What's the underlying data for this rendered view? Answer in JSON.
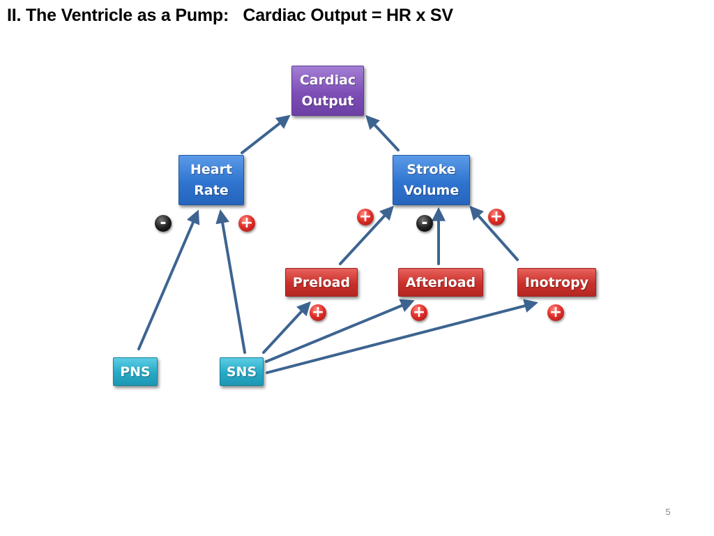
{
  "title": "II. The Ventricle as a Pump:   Cardiac Output = HR x SV",
  "nodes": {
    "cardiac_output": "Cardiac\nOutput",
    "heart_rate": "Heart\nRate",
    "stroke_volume": "Stroke\nVolume",
    "preload": "Preload",
    "afterload": "Afterload",
    "inotropy": "Inotropy",
    "pns": "PNS",
    "sns": "SNS"
  },
  "signs": {
    "pns_to_hr": "-",
    "sns_to_hr": "+",
    "preload_to_sv": "+",
    "afterload_to_sv": "-",
    "inotropy_to_sv": "+",
    "sns_to_preload": "+",
    "sns_to_afterload": "+",
    "sns_to_inotropy": "+"
  },
  "edges": [
    {
      "from": "heart_rate",
      "to": "cardiac_output"
    },
    {
      "from": "stroke_volume",
      "to": "cardiac_output"
    },
    {
      "from": "pns",
      "to": "heart_rate",
      "sign": "-"
    },
    {
      "from": "sns",
      "to": "heart_rate",
      "sign": "+"
    },
    {
      "from": "preload",
      "to": "stroke_volume",
      "sign": "+"
    },
    {
      "from": "afterload",
      "to": "stroke_volume",
      "sign": "-"
    },
    {
      "from": "inotropy",
      "to": "stroke_volume",
      "sign": "+"
    },
    {
      "from": "sns",
      "to": "preload",
      "sign": "+"
    },
    {
      "from": "sns",
      "to": "afterload",
      "sign": "+"
    },
    {
      "from": "sns",
      "to": "inotropy",
      "sign": "+"
    }
  ],
  "colors": {
    "arrow": "#3d6491",
    "output_box": "#7d4fb6",
    "determinant_box": "#2f74cf",
    "factor_box": "#c9302b",
    "nervous_box": "#26a9c6",
    "plus_sign": "#e0302a",
    "minus_sign": "#000000"
  },
  "page_number": "5"
}
